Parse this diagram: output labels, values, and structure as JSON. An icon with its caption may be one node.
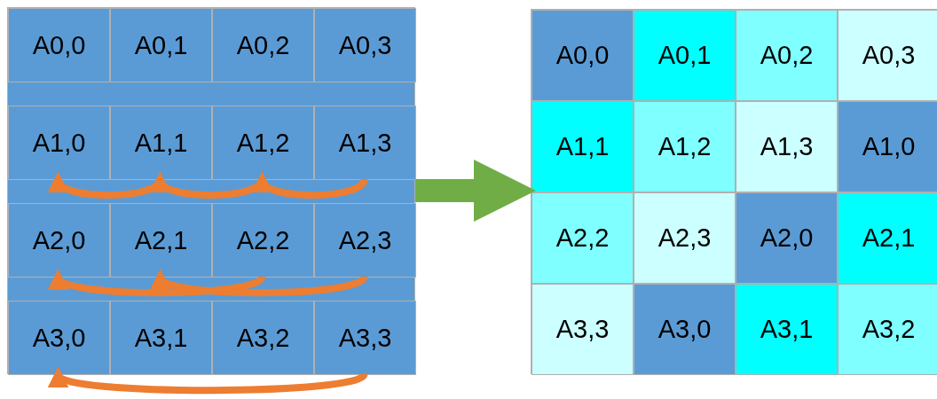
{
  "diagram": {
    "nodes": [
      {
        "text": [],
        "shape": "box"
      },
      {
        "text": [
          "A0,0"
        ],
        "in": 0
      },
      {
        "text": [
          "A0,1"
        ],
        "in": 0
      },
      {
        "text": [
          "A0,2"
        ],
        "in": 0
      },
      {
        "text": [
          "A0,3"
        ],
        "in": 0
      },
      {
        "text": [
          "A1,0"
        ],
        "in": 0
      },
      {
        "text": [
          "A1,1"
        ],
        "in": 0
      },
      {
        "text": [
          "A1,2"
        ],
        "in": 0
      },
      {
        "text": [
          "A1,3"
        ],
        "in": 0
      },
      {
        "text": [
          "A2,0"
        ],
        "in": 0
      },
      {
        "text": [
          "A2,1"
        ],
        "in": 0
      },
      {
        "text": [
          "A2,2"
        ],
        "in": 0
      },
      {
        "text": [
          "A2,3"
        ],
        "in": 0
      },
      {
        "text": [
          "A3,0"
        ],
        "in": 0
      },
      {
        "text": [
          "A3,1"
        ],
        "in": 0
      },
      {
        "text": [
          "A3,2"
        ],
        "in": 0
      },
      {
        "text": [
          "A3,3"
        ],
        "in": 0
      },
      {
        "text": [],
        "shape": "box"
      },
      {
        "text": [
          "A0,0"
        ],
        "in": 17
      },
      {
        "text": [
          "A0,1"
        ],
        "in": 17
      },
      {
        "text": [
          "A0,2"
        ],
        "in": 17
      },
      {
        "text": [
          "A0,3"
        ],
        "in": 17
      },
      {
        "text": [
          "A1,1"
        ],
        "in": 17
      },
      {
        "text": [
          "A1,2"
        ],
        "in": 17
      },
      {
        "text": [
          "A1,3"
        ],
        "in": 17
      },
      {
        "text": [
          "A1,0"
        ],
        "in": 17
      },
      {
        "text": [
          "A2,2"
        ],
        "in": 17
      },
      {
        "text": [
          "A2,3"
        ],
        "in": 17
      },
      {
        "text": [
          "A2,0"
        ],
        "in": 17
      },
      {
        "text": [
          "A2,1"
        ],
        "in": 17
      },
      {
        "text": [
          "A3,3"
        ],
        "in": 17
      },
      {
        "text": [
          "A3,0"
        ],
        "in": 17
      },
      {
        "text": [
          "A3,1"
        ],
        "in": 17
      },
      {
        "text": [
          "A3,2"
        ],
        "in": 17
      }
    ],
    "edges": [
      {
        "from": 6,
        "to": 5,
        "arrow": "to"
      },
      {
        "from": 7,
        "to": 6,
        "arrow": "to"
      },
      {
        "from": 8,
        "to": 7,
        "arrow": "to"
      },
      {
        "from": 11,
        "to": 9,
        "arrow": "to"
      },
      {
        "from": 12,
        "to": 10,
        "arrow": "to"
      },
      {
        "from": 16,
        "to": 13,
        "arrow": "to"
      },
      {
        "from": 0,
        "to": 17,
        "arrow": "to",
        "style": "thick",
        "color": "#70ad47"
      }
    ]
  }
}
